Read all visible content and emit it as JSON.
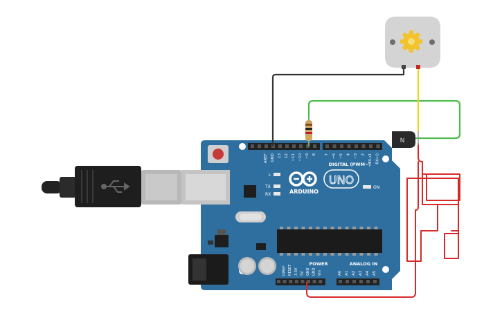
{
  "board": {
    "brand": "ARDUINO",
    "model": "UNO",
    "digital_title": "DIGITAL (PWM~)",
    "power_title": "POWER",
    "analog_title": "ANALOG IN",
    "on_label": "ON",
    "led_l": "L",
    "led_tx": "TX",
    "led_rx": "RX",
    "digital_pins": [
      "AREF",
      "GND",
      "13",
      "12",
      "~11",
      "~10",
      "~9",
      "8",
      "7",
      "~6",
      "~5",
      "4",
      "~3",
      "2",
      "TX→1",
      "RX←0"
    ],
    "power_pins": [
      "IOREF",
      "RESET",
      "3.3V",
      "5V",
      "GND",
      "GND",
      "Vin"
    ],
    "analog_pins": [
      "A0",
      "A1",
      "A2",
      "A3",
      "A4",
      "A5"
    ]
  },
  "transistor": {
    "label": "N"
  },
  "colors": {
    "board": "#2f6f9f",
    "wire_black": "#333333",
    "wire_green": "#4cbb4c",
    "wire_yellow": "#f0d020",
    "wire_red": "#d62a2a",
    "motor_body": "#d4d4d4",
    "gear": "#f2c32a"
  }
}
